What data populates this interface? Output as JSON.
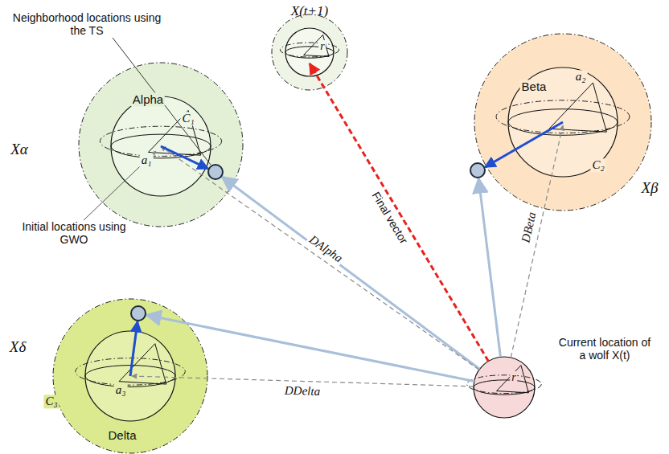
{
  "diagram": {
    "nodes": [
      {
        "text": [
          "Xα",
          "Alpha"
        ]
      },
      {
        "text": [
          "X(t+1)",
          "r"
        ]
      },
      {
        "text": [
          "Xβ",
          "Beta"
        ]
      },
      {
        "text": [
          "Xδ",
          "Delta"
        ]
      },
      {
        "text": [
          "Current location of a wolf X(t)",
          "r"
        ]
      }
    ],
    "edges": [
      {
        "from": 4,
        "to": 0,
        "arrow": "to"
      },
      {
        "from": 4,
        "to": 2,
        "arrow": "to"
      },
      {
        "from": 4,
        "to": 3,
        "arrow": "to"
      },
      {
        "from": 4,
        "to": 0,
        "label": "DAlpha",
        "arrow": "to"
      },
      {
        "from": 4,
        "to": 2,
        "label": "DBeta",
        "arrow": "to"
      },
      {
        "from": 4,
        "to": 3,
        "label": "DDelta",
        "arrow": "to"
      },
      {
        "from": 4,
        "to": 1,
        "label": "Final vector",
        "arrow": "to"
      }
    ],
    "labels": [
      "Neighborhood locations using the TS",
      "Initial locations using GWO",
      "C₁",
      "a₁",
      "a₂",
      "C₂",
      "C₃",
      "a₃"
    ]
  }
}
